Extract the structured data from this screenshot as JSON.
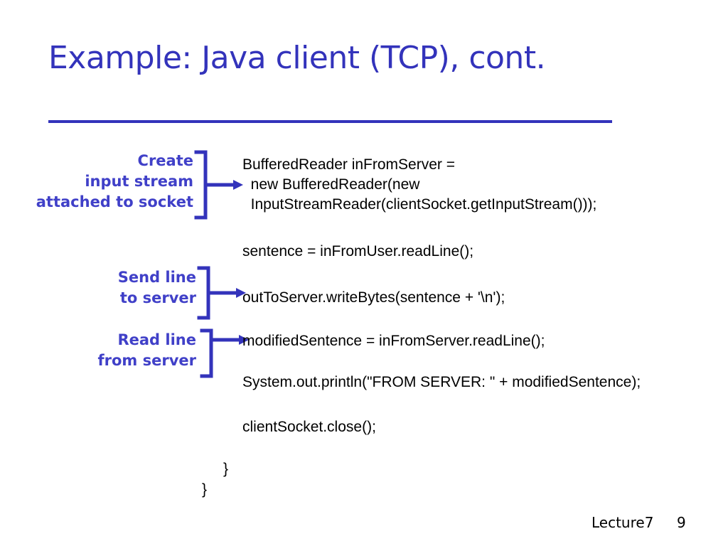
{
  "slide": {
    "title": "Example: Java client (TCP), cont.",
    "title_color": "#3333bb",
    "annotation_color": "#4040c8",
    "code_color": "#000000",
    "background_color": "#ffffff"
  },
  "annotations": [
    {
      "id": "create-input-stream",
      "lines": [
        "Create",
        "input stream",
        "attached to socket"
      ],
      "text": "Create\ninput stream\nattached to socket"
    },
    {
      "id": "send-line-to-server",
      "lines": [
        "Send line",
        "to server"
      ],
      "text": "Send line\nto server"
    },
    {
      "id": "read-line-from-server",
      "lines": [
        "Read line",
        "from server"
      ],
      "text": "Read line\nfrom server"
    }
  ],
  "code": {
    "lines": [
      "BufferedReader inFromServer =",
      "  new BufferedReader(new",
      "  InputStreamReader(clientSocket.getInputStream()));",
      "sentence = inFromUser.readLine();",
      "outToServer.writeBytes(sentence + '\\n');",
      "modifiedSentence = inFromServer.readLine();",
      "System.out.println(\"FROM SERVER: \" + modifiedSentence);",
      "clientSocket.close();",
      "}",
      "}"
    ]
  },
  "footer": {
    "lecture": "Lecture7",
    "page_number": "9"
  }
}
